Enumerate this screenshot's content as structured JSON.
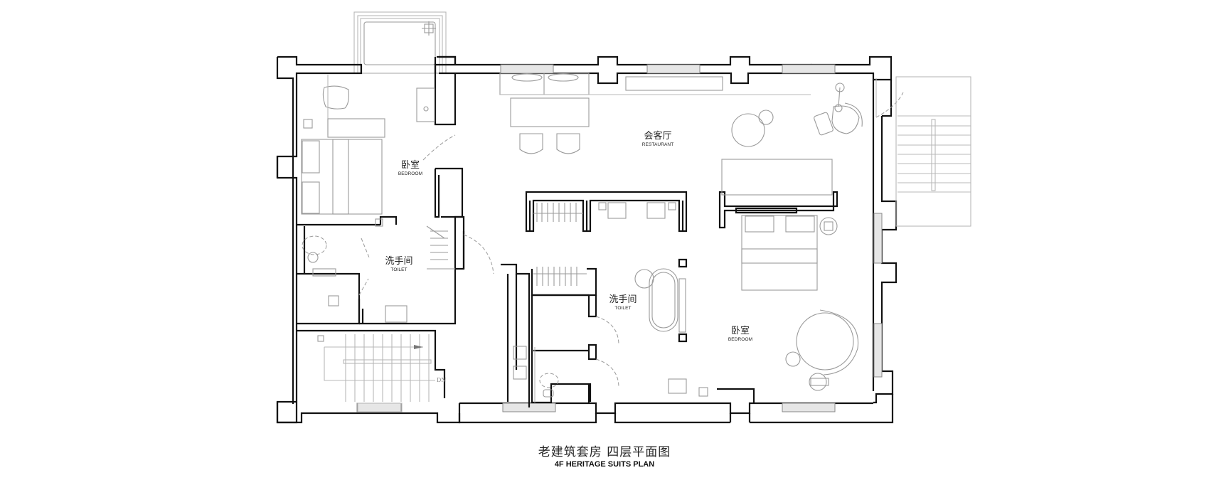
{
  "drawing": {
    "title_cn": "老建筑套房 四层平面图",
    "title_en": "4F HERITAGE SUITS PLAN",
    "line_colors": {
      "wall": "#111111",
      "furniture": "#9a9a9a",
      "background": "#ffffff"
    }
  },
  "rooms": [
    {
      "id": "restaurant",
      "label_cn": "会客厅",
      "label_en": "RESTAURANT"
    },
    {
      "id": "bedroom-west",
      "label_cn": "卧室",
      "label_en": "BEDROOM"
    },
    {
      "id": "toilet-west",
      "label_cn": "洗手间",
      "label_en": "TOILET"
    },
    {
      "id": "toilet-center",
      "label_cn": "洗手间",
      "label_en": "TOILET"
    },
    {
      "id": "bedroom-east",
      "label_cn": "卧室",
      "label_en": "BEDROOM"
    }
  ],
  "annotations": {
    "stair_direction": "DN"
  }
}
